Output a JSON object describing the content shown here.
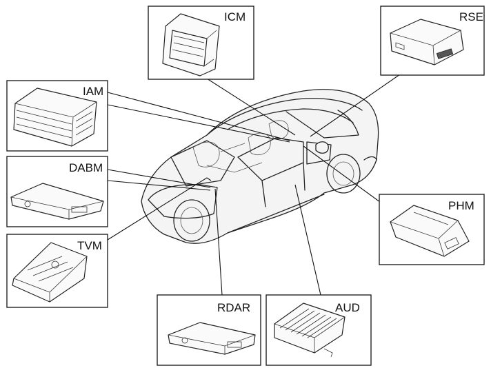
{
  "modules": [
    {
      "id": "icm",
      "label": "ICM"
    },
    {
      "id": "rse",
      "label": "RSE"
    },
    {
      "id": "iam",
      "label": "IAM"
    },
    {
      "id": "dabm",
      "label": "DABM"
    },
    {
      "id": "tvm",
      "label": "TVM"
    },
    {
      "id": "phm",
      "label": "PHM"
    },
    {
      "id": "rdar",
      "label": "RDAR"
    },
    {
      "id": "aud",
      "label": "AUD"
    }
  ]
}
